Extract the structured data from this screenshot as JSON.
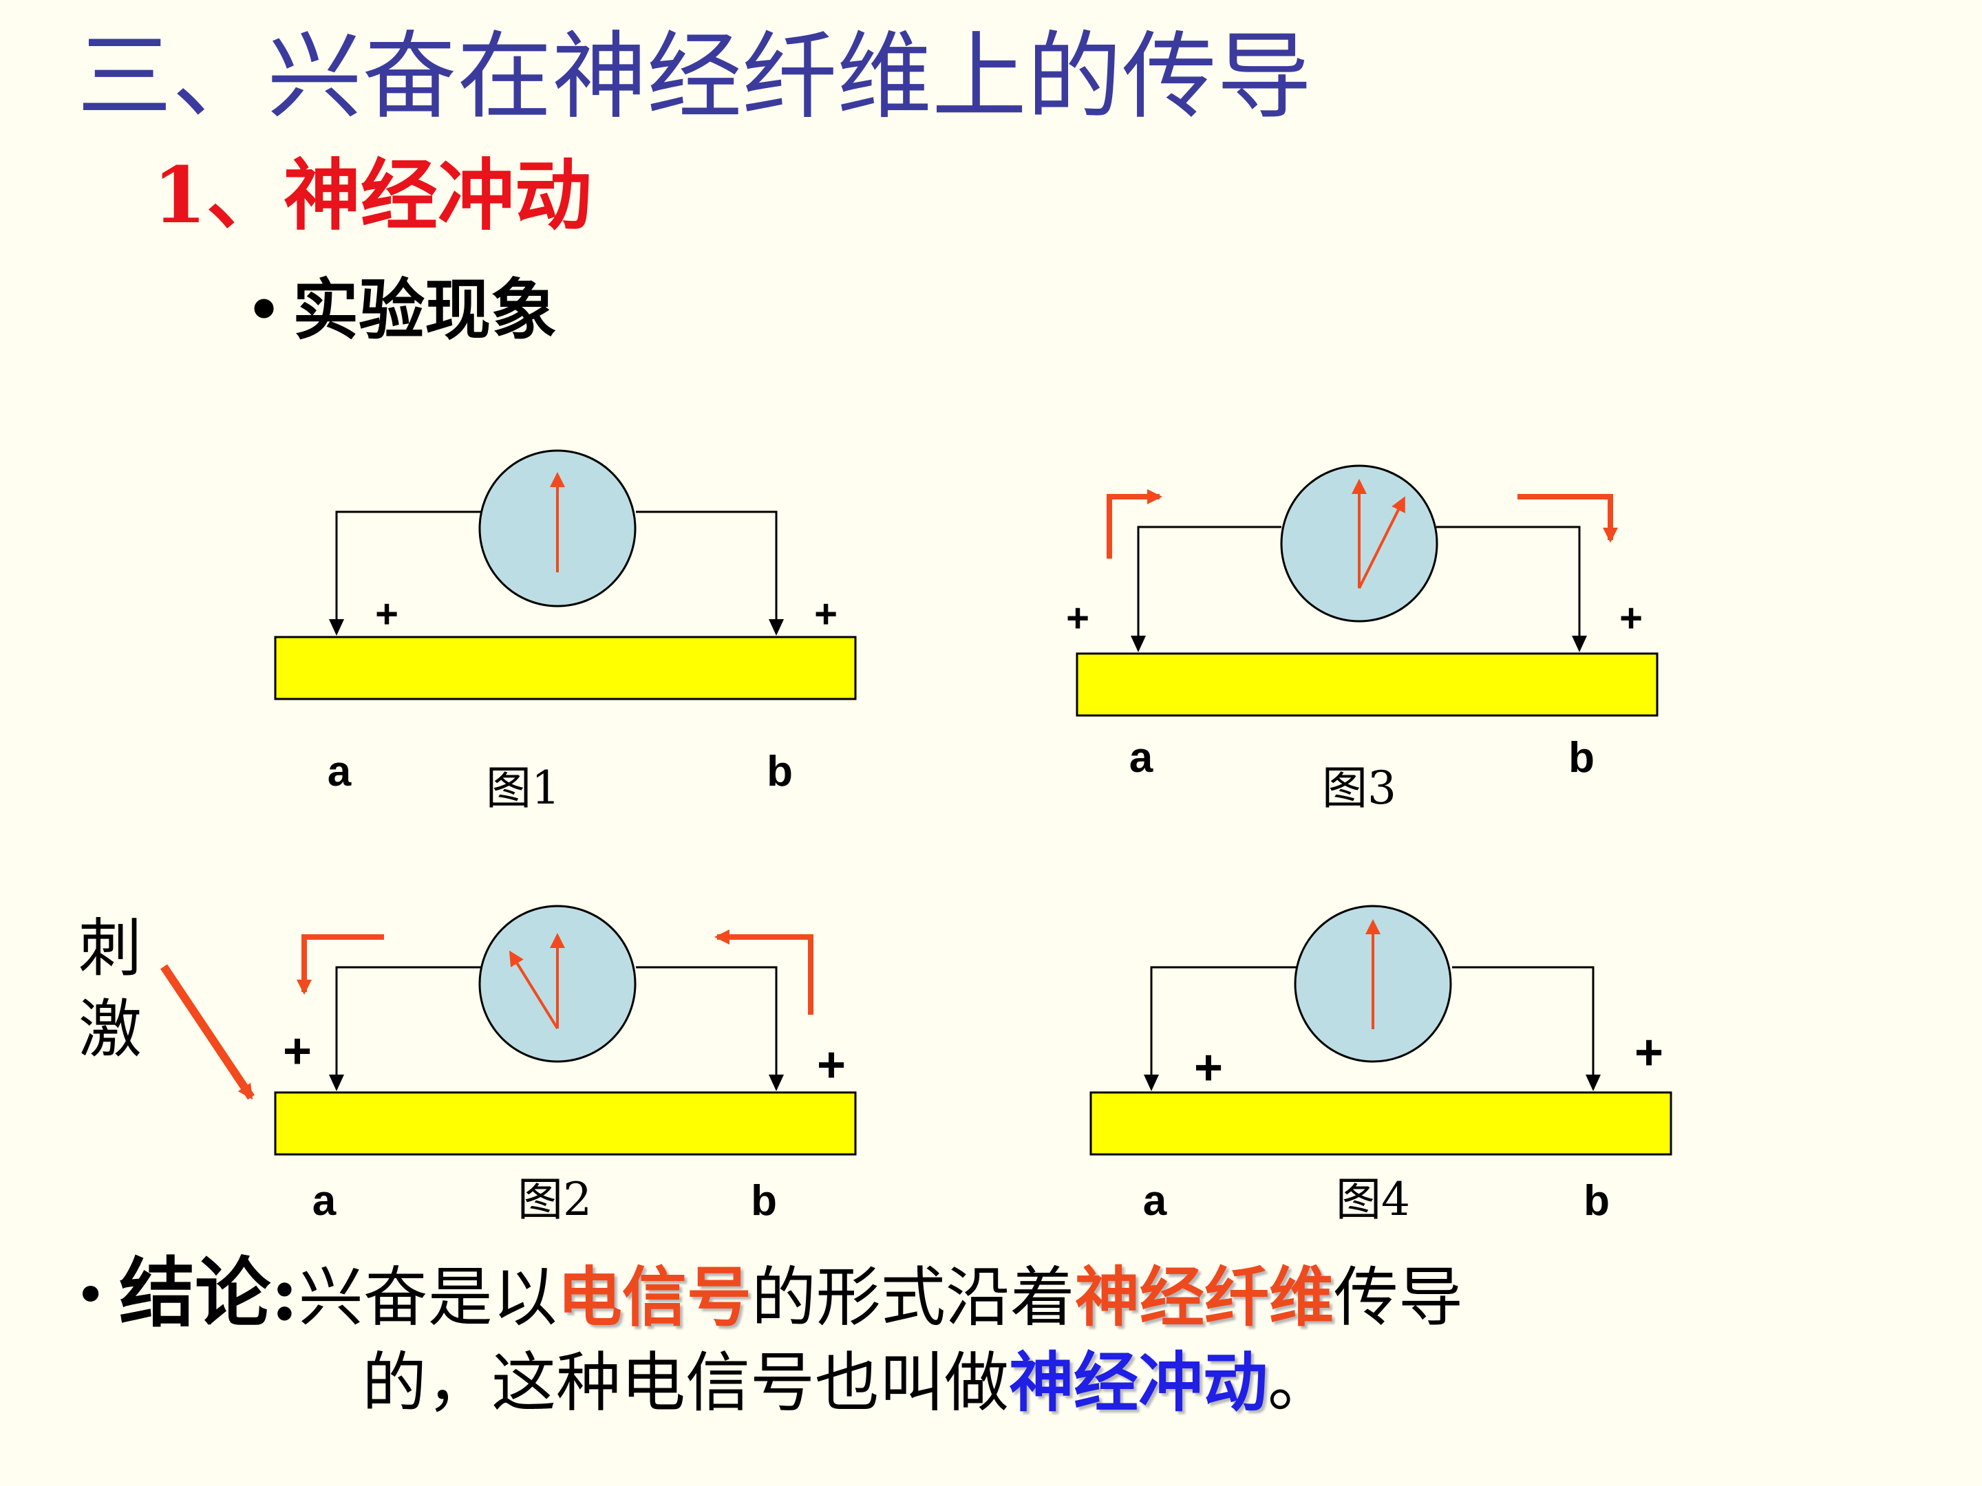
{
  "title": "三、兴奋在神经纤维上的传导",
  "subtitle": "1、神经冲动",
  "bullet1": "实验现象",
  "stimulus_label": "刺激",
  "figures": [
    {
      "caption": "图1",
      "label_a": "a",
      "label_b": "b",
      "sign_a": "+",
      "sign_b": "+"
    },
    {
      "caption": "图2",
      "label_a": "a",
      "label_b": "b",
      "sign_a": "+",
      "sign_b": "+"
    },
    {
      "caption": "图3",
      "label_a": "a",
      "label_b": "b",
      "sign_a": "+",
      "sign_b": "+"
    },
    {
      "caption": "图4",
      "label_a": "a",
      "label_b": "b",
      "sign_a": "+",
      "sign_b": "+"
    }
  ],
  "conclusion": {
    "lead": "结论:",
    "text1": "兴奋是以",
    "hl1": "电信号",
    "text2": "的形式沿着",
    "hl2": "神经纤维",
    "text3": "传导",
    "text4": "的，这种电信号也叫做",
    "hl3": "神经冲动",
    "text5": "。"
  },
  "colors": {
    "title": "#3b3b9e",
    "subtitle": "#e8131b",
    "fiber": "#ffff00",
    "meter": "#bcdde3",
    "arrow": "#f24a1e",
    "highlight_red": "#ee4a1e",
    "highlight_blue": "#1f1fe6"
  }
}
